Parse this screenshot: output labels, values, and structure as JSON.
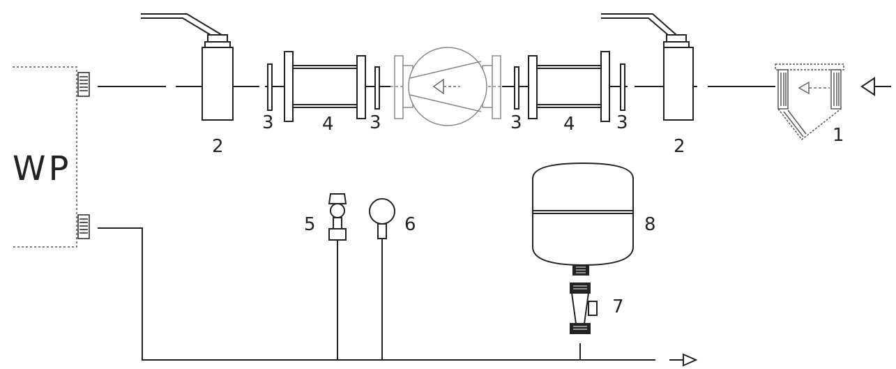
{
  "colors": {
    "line": "#222222",
    "dashed": "#555555",
    "light": "#888888",
    "background": "#ffffff"
  },
  "labels": {
    "heat_pump": "WP",
    "strainer": "1",
    "ball_valve_left": "2",
    "ball_valve_right": "2",
    "seal_1": "3",
    "seal_2": "3",
    "seal_3": "3",
    "seal_4": "3",
    "fitting_left": "4",
    "fitting_right": "4",
    "safety_valve": "5",
    "pressure_gauge": "6",
    "cap_valve": "7",
    "expansion_vessel": "8"
  },
  "icons": {
    "inlet_arrow": "arrow-left-icon",
    "flow_arrow": "arrow-left-icon",
    "outlet_arrow": "arrow-right-icon"
  }
}
